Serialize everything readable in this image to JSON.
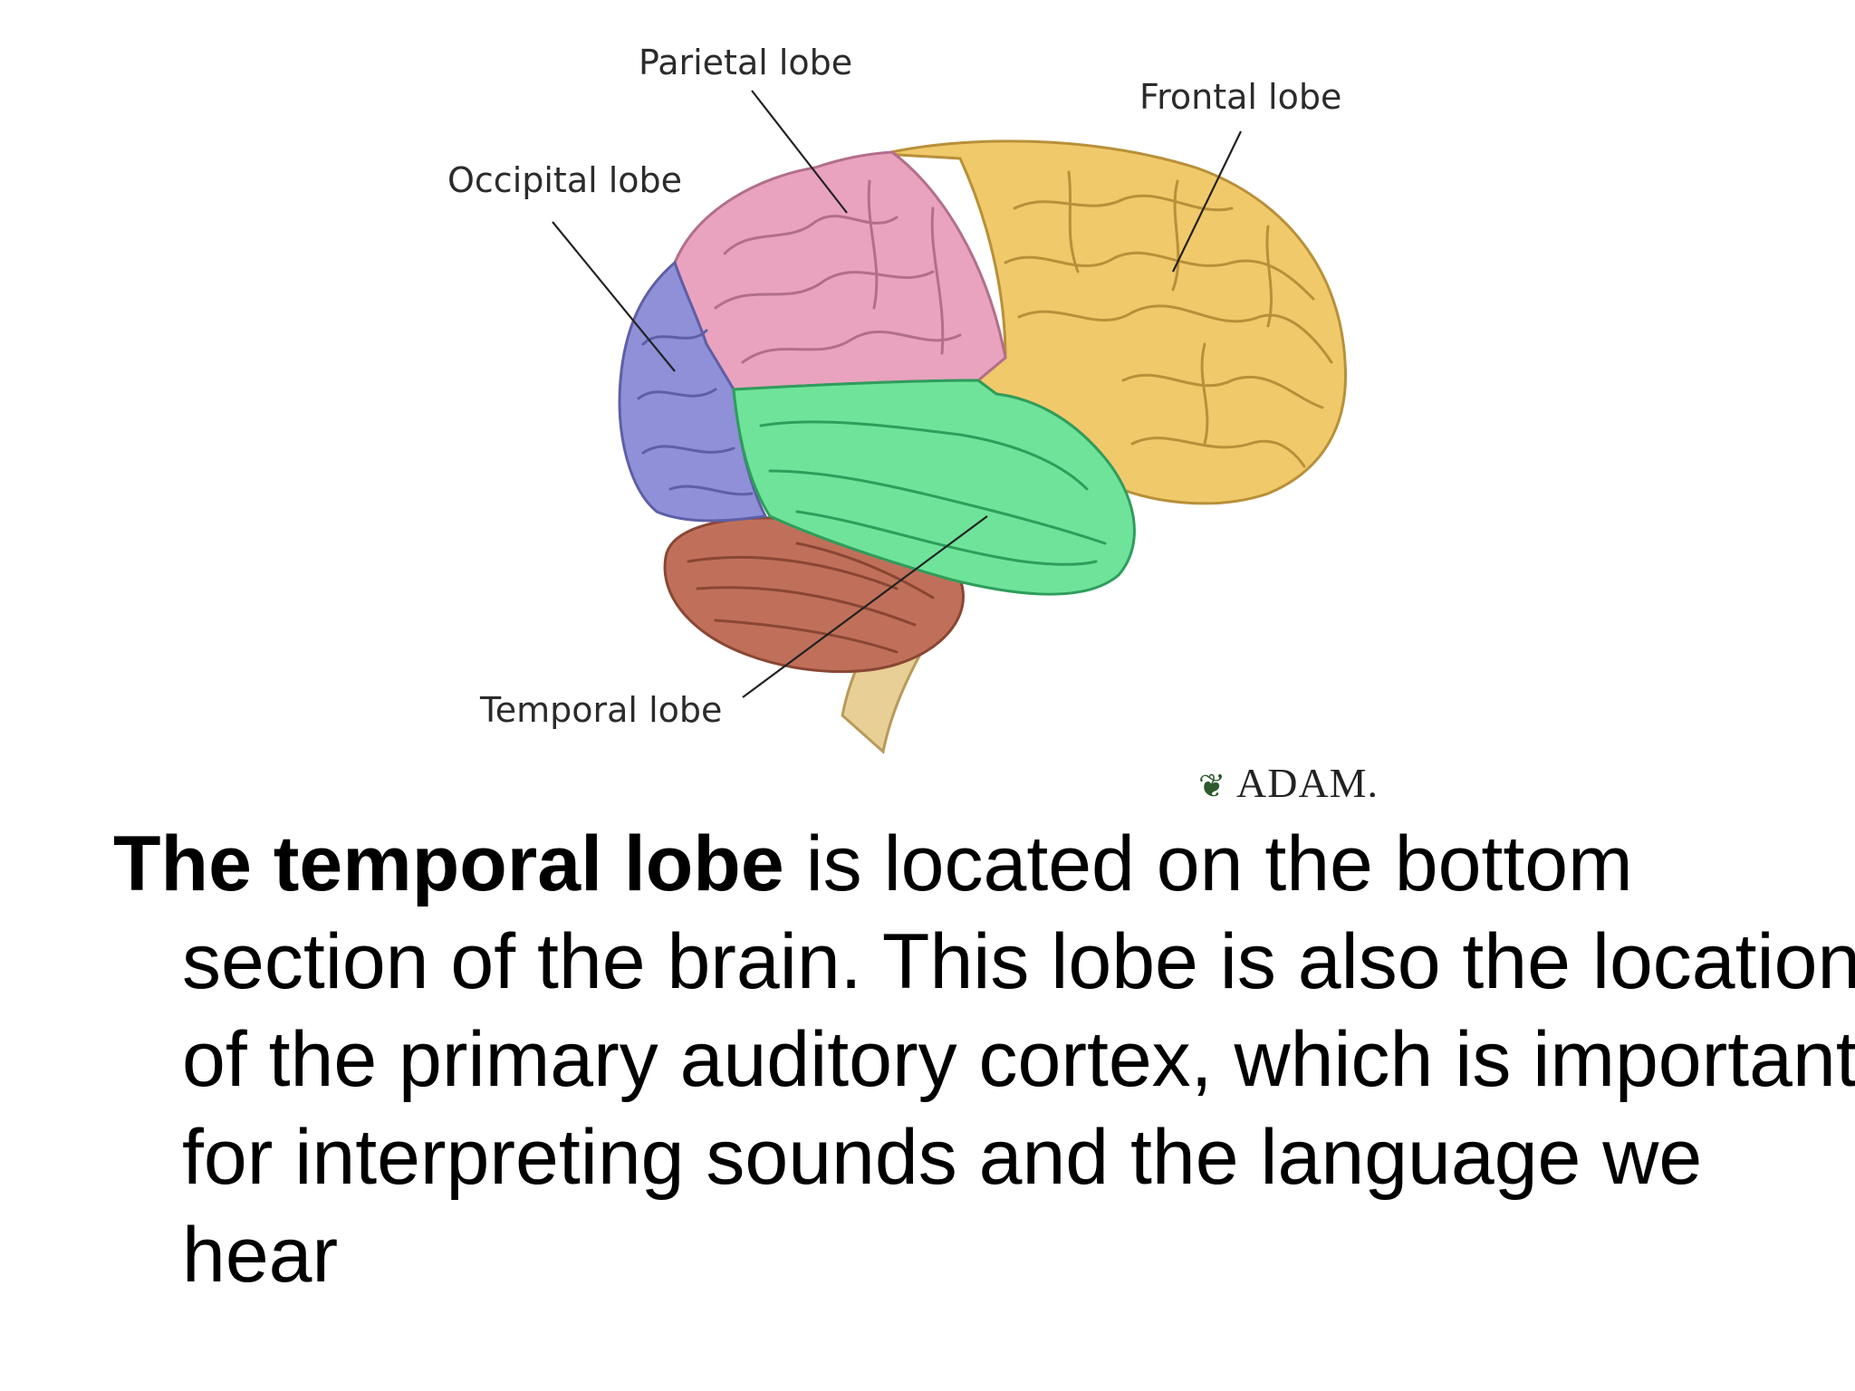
{
  "labels": {
    "parietal": "Parietal lobe",
    "frontal": "Frontal lobe",
    "occipital": "Occipital lobe",
    "temporal": "Temporal lobe"
  },
  "brand": "ADAM.",
  "caption": {
    "bold": "The temporal lobe",
    "rest": " is located on the bottom section of the brain. This lobe is also the location of the primary auditory cortex, which is important for interpreting sounds and the language we hear"
  },
  "colors": {
    "frontal": "#f0c96a",
    "parietal": "#e9a3bf",
    "occipital": "#8f90d8",
    "temporal": "#6fe39a",
    "cerebellum": "#c0705a",
    "brainstem": "#e8cf96"
  }
}
